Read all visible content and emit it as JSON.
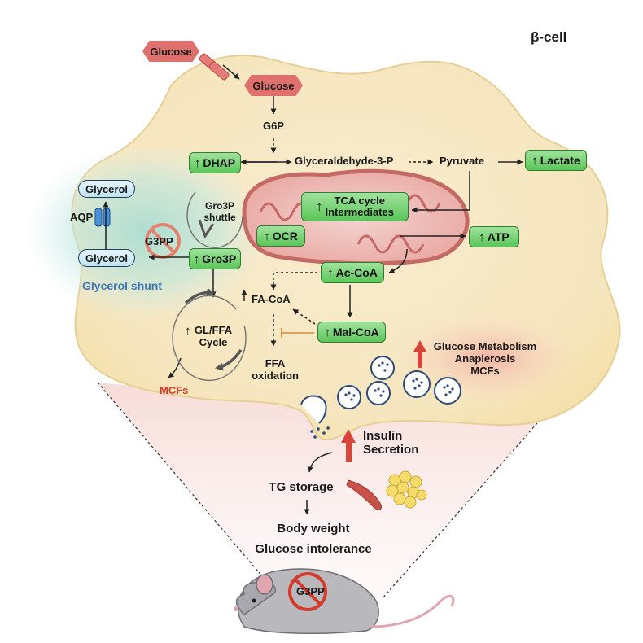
{
  "title": "β-cell",
  "glucose_outside": "Glucose",
  "glucose_inside": "Glucose",
  "g6p": "G6P",
  "gly3p": "Glyceraldehyde-3-P",
  "pyruvate": "Pyruvate",
  "lactate": "Lactate",
  "dhap": "DHAP",
  "gro3p_shuttle": [
    "Gro3P",
    "shuttle"
  ],
  "tca": [
    "TCA cycle",
    "Intermediates"
  ],
  "ocr": "OCR",
  "atp": "ATP",
  "glycerol_top": "Glycerol",
  "glycerol_bottom": "Glycerol",
  "aqp": "AQP",
  "g3pp": "G3PP",
  "gro3p": "Gro3P",
  "glycerol_shunt": "Glycerol shunt",
  "acoa": "Ac-CoA",
  "facoa": "FA-CoA",
  "malcoa": "Mal-CoA",
  "glffa": [
    "GL/FFA",
    "Cycle"
  ],
  "ffa_ox": [
    "FFA",
    "oxidation"
  ],
  "mcfs": "MCFs",
  "glucose_metabolism": [
    "Glucose Metabolism",
    "Anaplerosis",
    "MCFs"
  ],
  "insulin": [
    "Insulin",
    "Secretion"
  ],
  "tg_storage": "TG storage",
  "body_weight": "Body weight",
  "glucose_intolerance": "Glucose intolerance",
  "mouse_label": "G3PP",
  "colors": {
    "cell_fill": "#f8ecc7",
    "green_box": "#6ccb69",
    "mcfs_red": "#d33b2c",
    "shunt_blue": "#3d78b5",
    "hex_red": "#e0706e",
    "up_arrow_red": "#d8443a"
  }
}
